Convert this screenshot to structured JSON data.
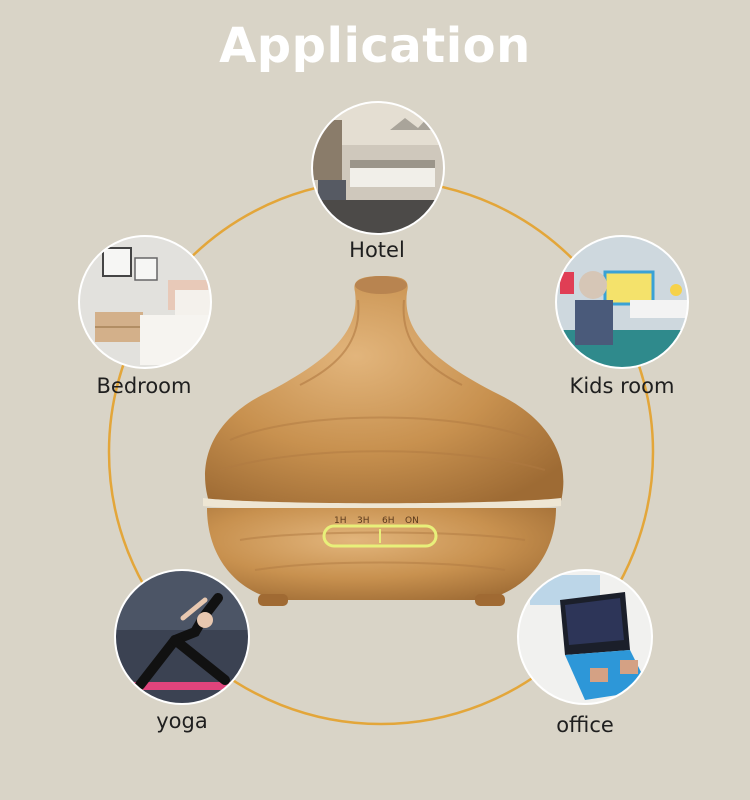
{
  "title": "Application",
  "colors": {
    "background": "#d9d4c7",
    "ring": "#e3a63a",
    "title": "#ffffff",
    "wood": "#c9955a",
    "panel_glow": "#e8f07a"
  },
  "diffuser": {
    "timer_labels": [
      "1H",
      "3H",
      "6H",
      "ON"
    ]
  },
  "applications": [
    {
      "label": "Hotel",
      "image": "hotel-room-photo"
    },
    {
      "label": "Bedroom",
      "image": "bedroom-photo"
    },
    {
      "label": "Kids room",
      "image": "kids-room-photo"
    },
    {
      "label": "yoga",
      "image": "yoga-photo"
    },
    {
      "label": "office",
      "image": "office-photo"
    }
  ]
}
